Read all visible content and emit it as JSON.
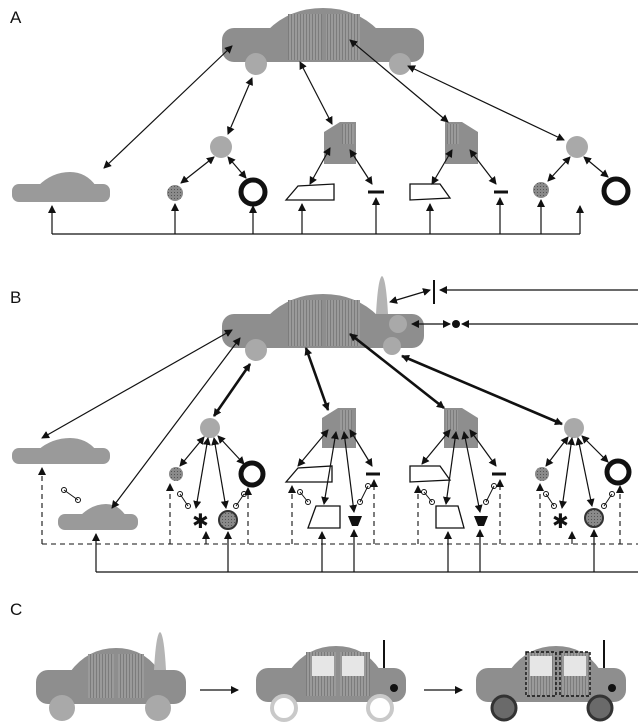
{
  "panels": {
    "a": {
      "label": "A"
    },
    "b": {
      "label": "B"
    },
    "c": {
      "label": "C"
    }
  },
  "colors": {
    "body": "#8e8e8e",
    "hub": "#a9a9a9",
    "line": "#111111",
    "wheel_hub": "#7a7a7a"
  },
  "icons": {
    "car": "car-icon",
    "wheel": "wheel-icon",
    "tire": "tire-ring-icon",
    "door": "door-icon",
    "window": "window-icon",
    "handle": "door-handle-icon",
    "antenna": "antenna-icon",
    "headlight": "headlight-icon",
    "assembly": "assembly-node-icon"
  }
}
